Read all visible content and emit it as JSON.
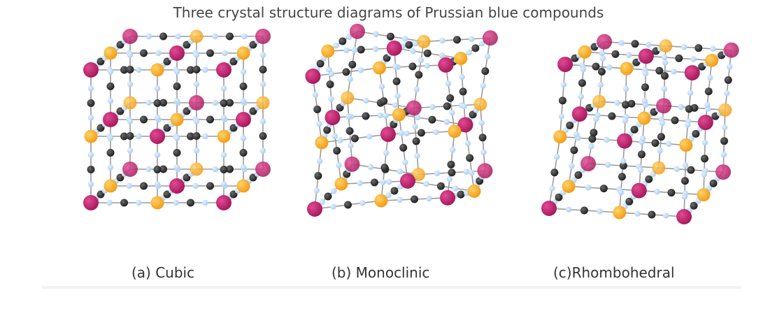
{
  "title": "Three crystal structure diagrams of Prussian blue compounds",
  "panels": [
    {
      "id": "cubic",
      "caption": "(a) Cubic",
      "distort": 0.0
    },
    {
      "id": "monoclinic",
      "caption": "(b) Monoclinic",
      "distort": 1.0
    },
    {
      "id": "rhombohedral",
      "caption": "(c)Rhombohedral",
      "distort": 2.0
    }
  ],
  "colors": {
    "magenta": "#a3175a",
    "orange": "#f29a12",
    "black": "#1c1c1c",
    "gray": "#6d6d6d",
    "lightblue": "#a9cdf0",
    "bond": "#9a9a9a"
  }
}
